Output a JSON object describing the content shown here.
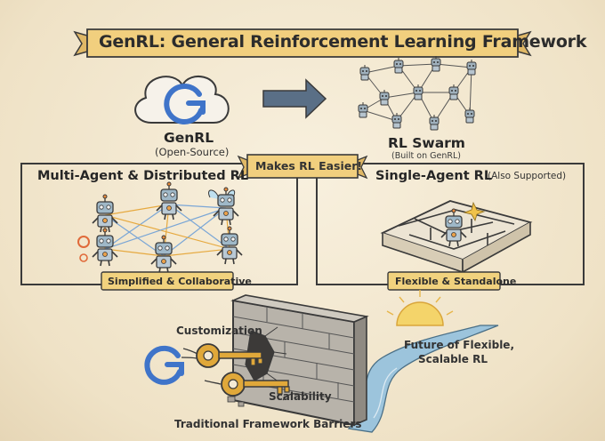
{
  "title": "GenRL: General Reinforcement Learning Framework",
  "genrl": {
    "name": "GenRL",
    "subtitle": "(Open-Source)"
  },
  "swarm": {
    "name": "RL Swarm",
    "subtitle": "(Built on GenRL)"
  },
  "center_banner": "Makes RL Easier!",
  "multi_agent": {
    "title": "Multi-Agent & Distributed RL",
    "tag": "Simplified & Collaborative"
  },
  "single_agent": {
    "title": "Single-Agent RL",
    "note": "(Also Supported)",
    "tag": "Flexible & Standalone"
  },
  "bottom": {
    "key1": "Customization",
    "key2": "Scalability",
    "wall_label": "Traditional Framework Barriers",
    "future": "Future of Flexible,",
    "future2": "Scalable RL"
  },
  "icons": [
    "genrl-logo-icon",
    "cloud-icon",
    "arrow-right-icon",
    "robot-icon",
    "maze-icon",
    "key-icon",
    "brick-wall-icon",
    "sun-icon",
    "river-path-icon"
  ],
  "colors": {
    "banner_fill": "#f1cf7e",
    "tag_fill": "#f1d27e",
    "logo_blue": "#3f74c9",
    "key_gold": "#e0a83a",
    "outline": "#3a3a3a"
  }
}
